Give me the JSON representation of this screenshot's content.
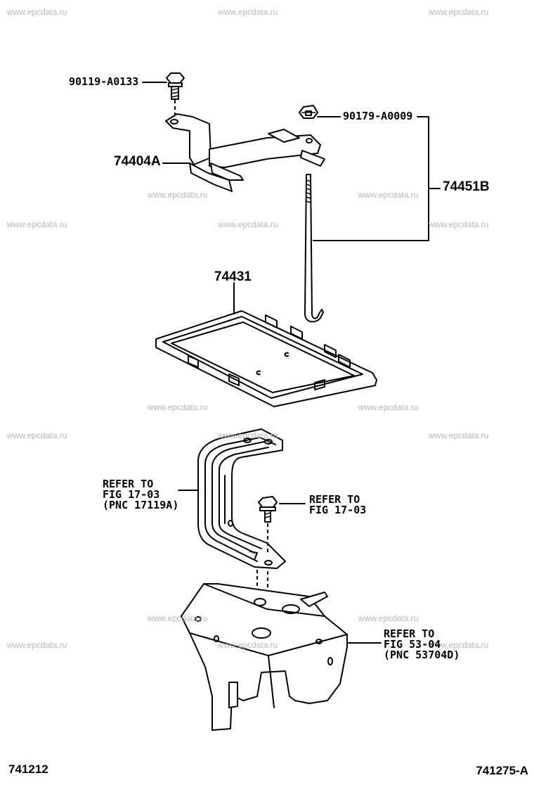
{
  "watermark": "www.epcdata.ru",
  "parts": {
    "bolt_top": "90119-A0133",
    "nut_top": "90179-A0009",
    "clamp": "74404A",
    "rod_set": "74451B",
    "tray": "74431"
  },
  "refs": {
    "ref1": [
      "REFER TO",
      "FIG 17-03",
      "(PNC 17119A)"
    ],
    "ref2": [
      "REFER TO",
      "FIG 17-03"
    ],
    "ref3": [
      "REFER TO",
      "FIG 53-04",
      "(PNC 53704D)"
    ]
  },
  "corners": {
    "left": "741212",
    "right": "741275-A"
  }
}
